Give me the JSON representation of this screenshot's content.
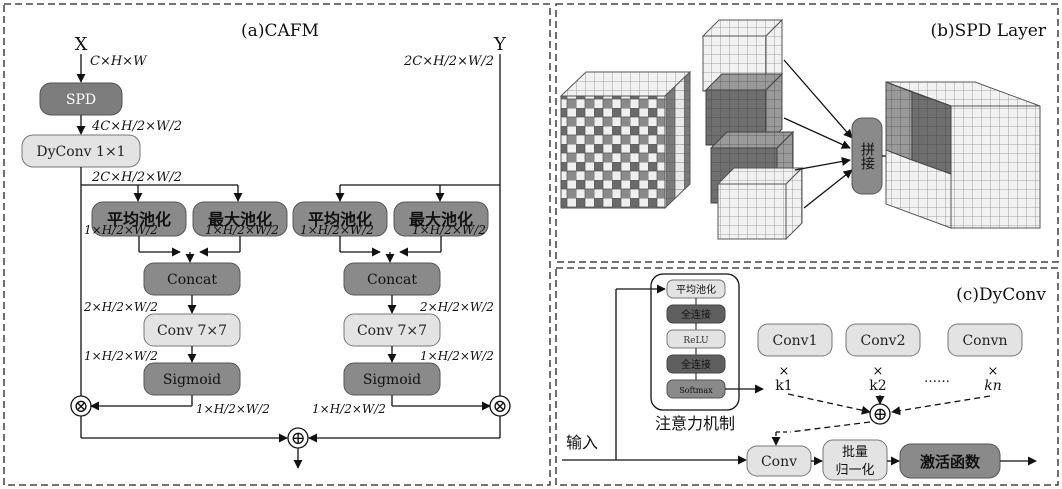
{
  "panel_a": {
    "title": "(a)CAFM",
    "input_x": "X",
    "input_y": "Y",
    "dim_x": "C×H×W",
    "dim_y": "2C×H/2×W/2",
    "spd": "SPD",
    "dim_after_spd": "4C×H/2×W/2",
    "dyconv": "DyConv 1×1",
    "dim_after_dyconv": "2C×H/2×W/2",
    "left": {
      "avg_pool": "平均池化",
      "max_pool": "最大池化",
      "dim_avg": "1×H/2×W/2",
      "dim_max": "1×H/2×W/2",
      "concat": "Concat",
      "dim_concat": "2×H/2×W/2",
      "conv": "Conv 7×7",
      "dim_conv": "1×H/2×W/2",
      "sigmoid": "Sigmoid",
      "dim_sigmoid": "1×H/2×W/2"
    },
    "right": {
      "avg_pool": "平均池化",
      "max_pool": "最大池化",
      "dim_avg": "1×H/2×W/2",
      "dim_max": "1×H/2×W/2",
      "concat": "Concat",
      "dim_concat": "2×H/2×W/2",
      "conv": "Conv 7×7",
      "dim_conv": "1×H/2×W/2",
      "sigmoid": "Sigmoid",
      "dim_sigmoid": "1×H/2×W/2"
    },
    "multiply_symbol": "⊗",
    "add_symbol": "⊕"
  },
  "panel_b": {
    "title": "(b)SPD Layer",
    "concat_label": "拼接"
  },
  "panel_c": {
    "title": "(c)DyConv",
    "attention": [
      "平均池化",
      "全连接",
      "ReLU",
      "全连接",
      "Softmax"
    ],
    "attention_caption": "注意力机制",
    "conv1": "Conv1",
    "conv2": "Conv2",
    "convn": "Convn",
    "k1": "k1",
    "k2": "k2",
    "kn": "kn",
    "times": "×",
    "ellipsis": "……",
    "input_label": "输入",
    "conv": "Conv",
    "bn_line1": "批量",
    "bn_line2": "归一化",
    "activation": "激活函数",
    "add_symbol": "⊕"
  }
}
